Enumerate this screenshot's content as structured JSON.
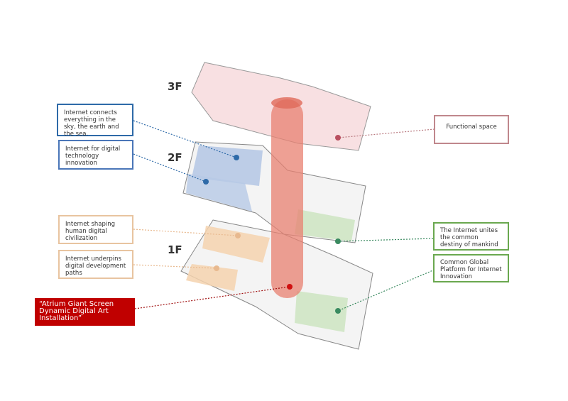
{
  "floors": {
    "f3": "3F",
    "f2": "2F",
    "f1": "1F"
  },
  "labels": {
    "sky": "Internet connects everything in the sky, the earth and the sea.",
    "tech": "Internet for digital technology innovation",
    "shaping": "Internet shaping human digital civilization",
    "underpins": "Internet underpins digital development paths",
    "atrium": "“Atrium Giant Screen Dynamic Digital Art Installation”",
    "functional": "Functional space",
    "unites": "The Internet unites the common destiny of mankind",
    "platform": "Common Global Platform for Internet Innovation"
  },
  "colors": {
    "blue": "#2e6aa8",
    "orange": "#e8b98f",
    "red": "#c00000",
    "pink": "#b97a80",
    "green": "#6aa84f"
  }
}
